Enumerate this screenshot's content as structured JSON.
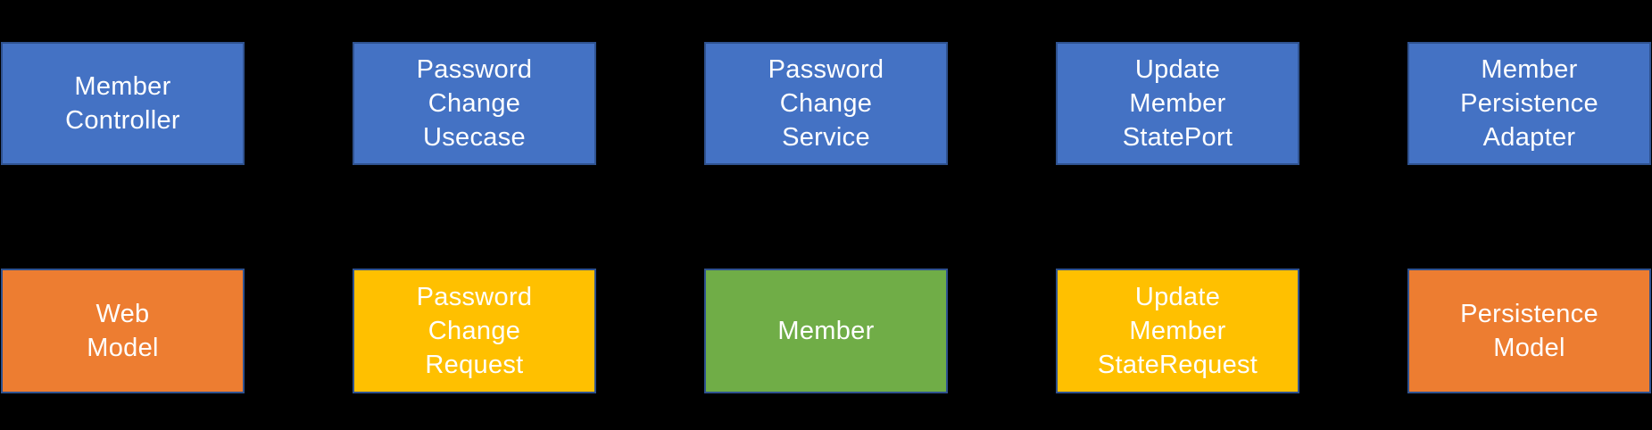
{
  "diagram": {
    "background_color": "#000000",
    "box_border_color": "#2F528F",
    "box_text_color": "#FFFFFF",
    "palette": {
      "blue": "#4472C4",
      "orange": "#ED7D31",
      "gold": "#FFC000",
      "green": "#70AD47"
    },
    "boxes": [
      {
        "id": "member-controller",
        "label": "Member\nController",
        "fill": "#4472C4",
        "row": "top",
        "col": 0
      },
      {
        "id": "password-change-usecase",
        "label": "Password\nChange\nUsecase",
        "fill": "#4472C4",
        "row": "top",
        "col": 1
      },
      {
        "id": "password-change-service",
        "label": "Password\nChange\nService",
        "fill": "#4472C4",
        "row": "top",
        "col": 2
      },
      {
        "id": "update-member-stateport",
        "label": "Update\nMember\nStatePort",
        "fill": "#4472C4",
        "row": "top",
        "col": 3
      },
      {
        "id": "member-persistence-adapter",
        "label": "Member\nPersistence\nAdapter",
        "fill": "#4472C4",
        "row": "top",
        "col": 4
      },
      {
        "id": "web-model",
        "label": "Web\nModel",
        "fill": "#ED7D31",
        "row": "bottom",
        "col": 0
      },
      {
        "id": "password-change-request",
        "label": "Password\nChange\nRequest",
        "fill": "#FFC000",
        "row": "bottom",
        "col": 1
      },
      {
        "id": "member",
        "label": "Member",
        "fill": "#70AD47",
        "row": "bottom",
        "col": 2
      },
      {
        "id": "update-member-staterequest",
        "label": "Update\nMember\nStateRequest",
        "fill": "#FFC000",
        "row": "bottom",
        "col": 3
      },
      {
        "id": "persistence-model",
        "label": "Persistence\nModel",
        "fill": "#ED7D31",
        "row": "bottom",
        "col": 4
      }
    ]
  }
}
